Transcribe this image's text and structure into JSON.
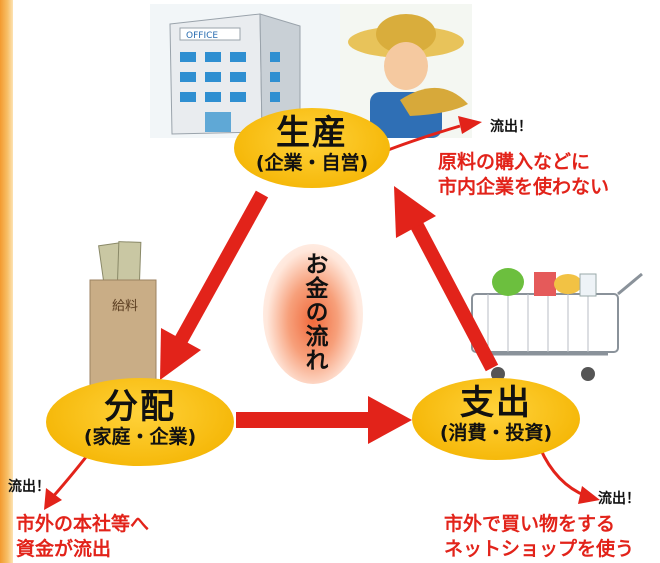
{
  "center_label": "お金の流れ",
  "nodes": {
    "production": {
      "title": "生産",
      "sub": "(企業・自営)"
    },
    "distribution": {
      "title": "分配",
      "sub": "(家庭・企業)"
    },
    "spending": {
      "title": "支出",
      "sub": "(消費・投資)"
    }
  },
  "outflows": {
    "production": {
      "label": "流出！",
      "lines": [
        "原料の購入などに",
        "市内企業を使わない"
      ]
    },
    "distribution": {
      "label": "流出！",
      "lines": [
        "市外の本社等へ",
        "資金が流出"
      ]
    },
    "spending": {
      "label": "流出！",
      "lines": [
        "市外で買い物をする",
        "ネットショップを使う"
      ]
    }
  },
  "illustrations": {
    "office_sign": "OFFICE",
    "envelope_text": "給料"
  },
  "colors": {
    "arrow": "#e2231a",
    "node": "#f6b90b",
    "outflow_text": "#e2231a"
  }
}
